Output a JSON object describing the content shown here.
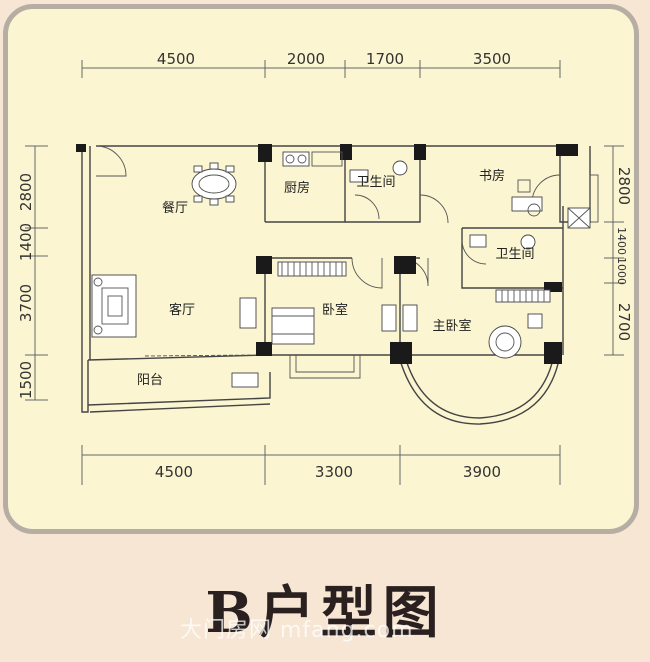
{
  "top_dimensions": [
    "4500",
    "2000",
    "1700",
    "3500"
  ],
  "bottom_dimensions": [
    "4500",
    "3300",
    "3900"
  ],
  "left_dimensions": [
    "2800",
    "1400",
    "3700",
    "1500"
  ],
  "right_dimensions": [
    "2800",
    "1400",
    "1000",
    "2700"
  ],
  "rooms": {
    "dining": "餐厅",
    "kitchen": "厨房",
    "bath1": "卫生间",
    "study": "书房",
    "bath2": "卫生间",
    "living": "客厅",
    "bedroom": "卧室",
    "master": "主卧室",
    "balcony": "阳台"
  },
  "title": "B户型图",
  "watermark": "大门房网 mfang.com"
}
